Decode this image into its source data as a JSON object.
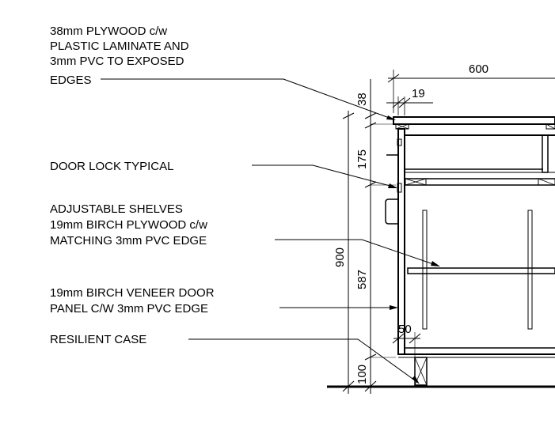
{
  "annotations": {
    "countertop": [
      "38mm PLYWOOD c/w",
      "PLASTIC LAMINATE AND",
      "3mm PVC TO EXPOSED",
      "EDGES"
    ],
    "door_lock": [
      "DOOR LOCK TYPICAL"
    ],
    "shelves": [
      "ADJUSTABLE SHELVES",
      "19mm BIRCH PLYWOOD c/w",
      "MATCHING 3mm PVC EDGE"
    ],
    "door_panel": [
      "19mm BIRCH VENEER DOOR",
      "PANEL C/W 3mm PVC EDGE"
    ],
    "resilient_case": [
      "RESILIENT CASE"
    ]
  },
  "dimensions": {
    "width": "600",
    "top_thickness": "38",
    "door_thickness": "19",
    "upper_drawer": "175",
    "overall_height": "900",
    "door_height": "587",
    "toe_kick_height": "100",
    "toe_kick_depth": "50"
  }
}
